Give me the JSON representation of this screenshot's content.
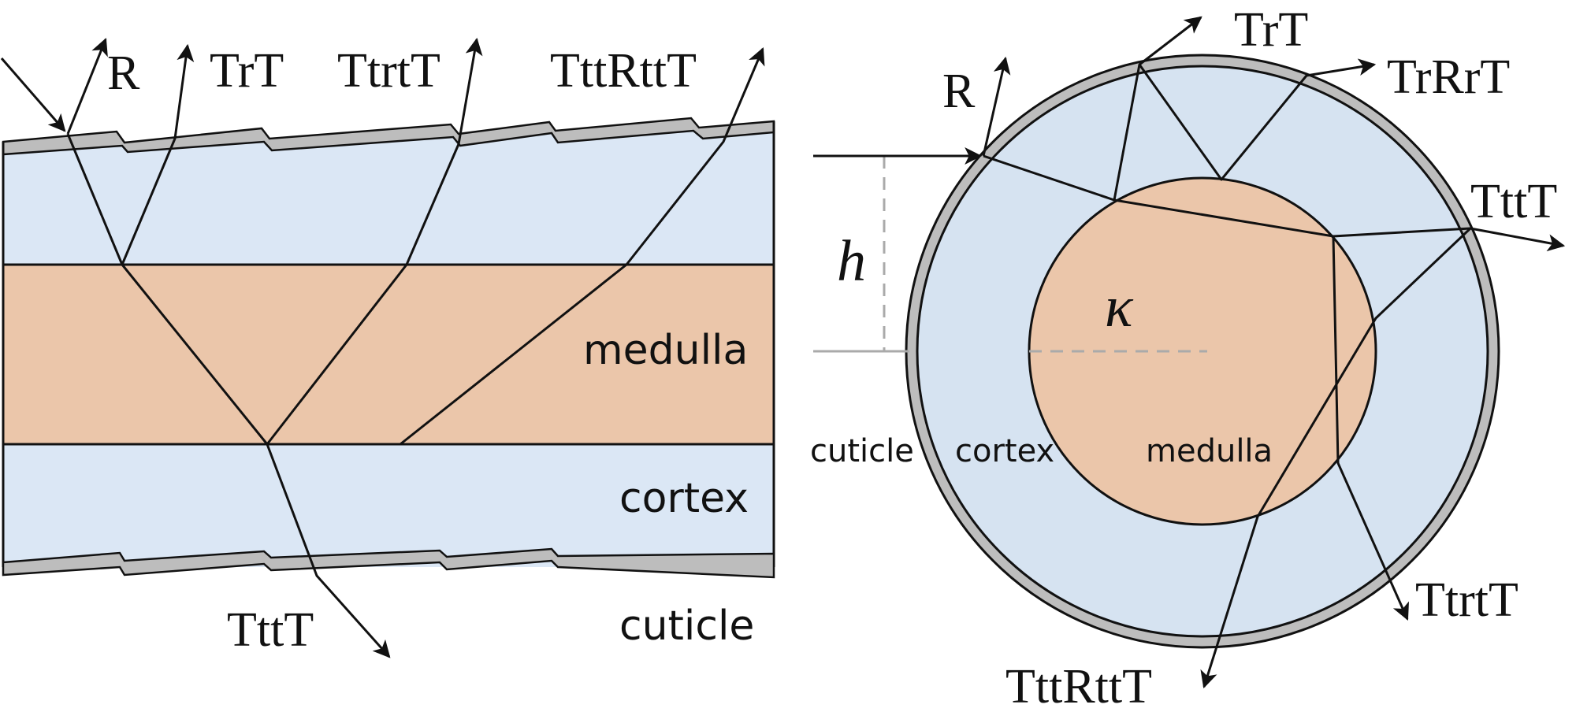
{
  "colors": {
    "cortex": "#dbe7f5",
    "medulla": "#ebc6aa",
    "cuticle": "#bdbdbd",
    "line": "#111111",
    "guide": "#aaaaaa"
  },
  "longitudinal": {
    "path_labels": [
      "R",
      "TrT",
      "TtrtT",
      "TttRttT",
      "TttT"
    ],
    "region_labels": {
      "medulla": "medulla",
      "cortex": "cortex",
      "cuticle": "cuticle"
    }
  },
  "cross_section": {
    "path_labels": [
      "R",
      "TrT",
      "TrRrT",
      "TttT",
      "TtrtT",
      "TttRttT"
    ],
    "region_labels": {
      "cuticle": "cuticle",
      "cortex": "cortex",
      "medulla": "medulla"
    },
    "offset_symbol": "h",
    "medulla_ratio_symbol": "κ"
  }
}
